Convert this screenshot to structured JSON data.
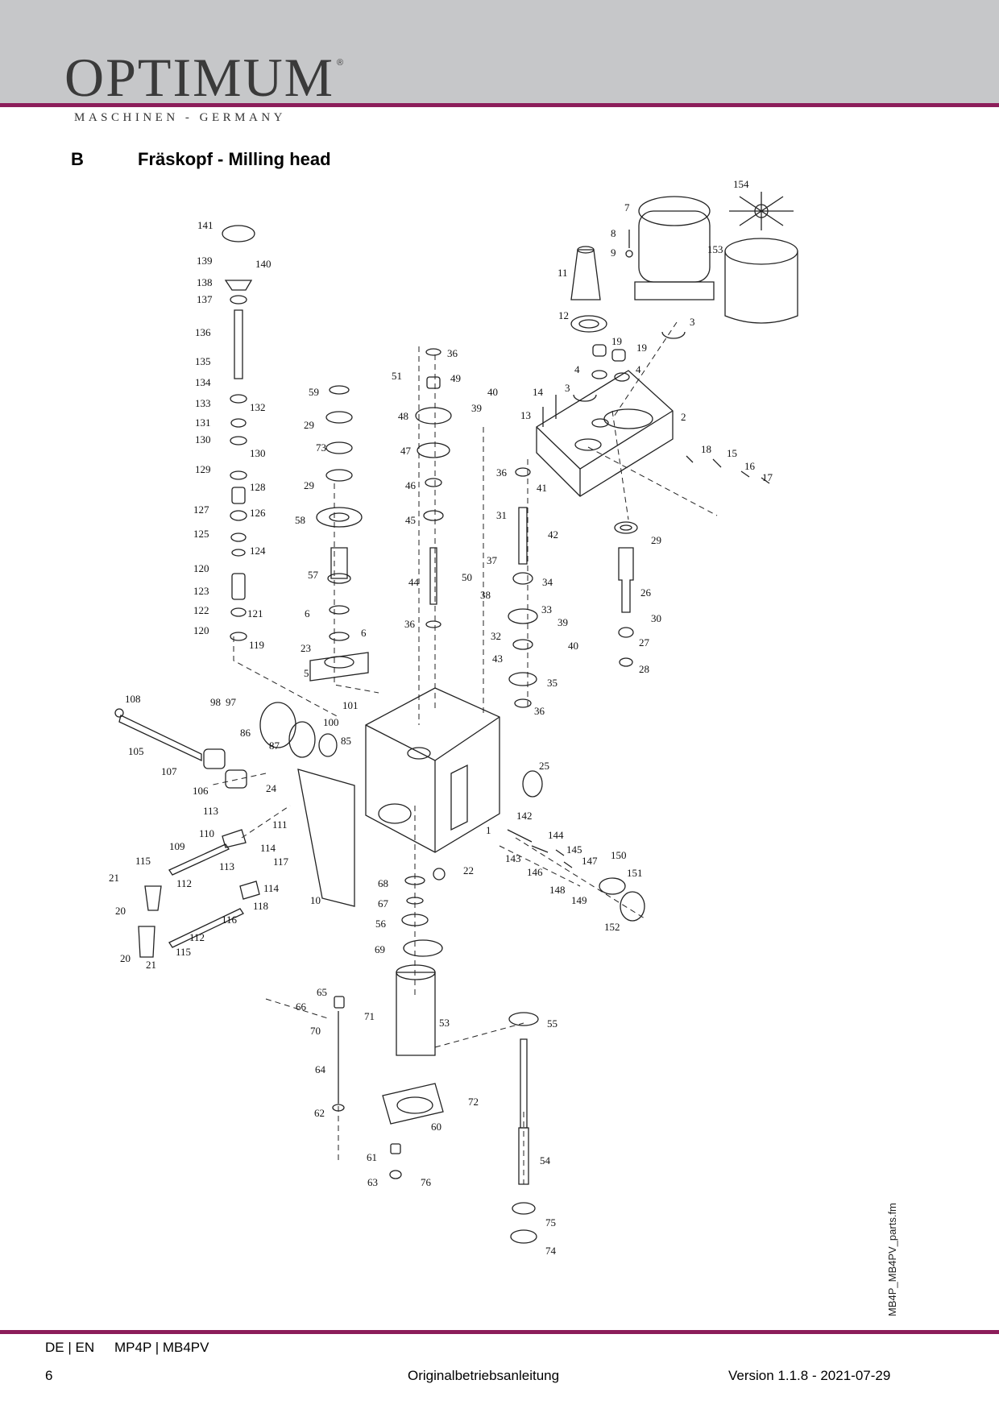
{
  "header": {
    "logo": "OPTIMUM",
    "logo_mark": "®",
    "tagline": "MASCHINEN - GERMANY"
  },
  "section": {
    "letter": "B",
    "title": "Fräskopf - Milling head"
  },
  "diagram": {
    "labels": {
      "n1": "1",
      "n2": "2",
      "n3a": "3",
      "n3b": "3",
      "n4a": "4",
      "n4b": "4",
      "n5": "5",
      "n6a": "6",
      "n6b": "6",
      "n7": "7",
      "n8": "8",
      "n9": "9",
      "n10": "10",
      "n11": "11",
      "n12": "12",
      "n13": "13",
      "n14": "14",
      "n15": "15",
      "n16": "16",
      "n17": "17",
      "n18": "18",
      "n19a": "19",
      "n19b": "19",
      "n20a": "20",
      "n20b": "20",
      "n21a": "21",
      "n21b": "21",
      "n22": "22",
      "n23": "23",
      "n24": "24",
      "n25": "25",
      "n26": "26",
      "n27": "27",
      "n28": "28",
      "n29a": "29",
      "n29b": "29",
      "n29c": "29",
      "n30": "30",
      "n31": "31",
      "n32": "32",
      "n33": "33",
      "n34": "34",
      "n35": "35",
      "n36a": "36",
      "n36b": "36",
      "n36c": "36",
      "n36d": "36",
      "n37": "37",
      "n38": "38",
      "n39a": "39",
      "n39b": "39",
      "n40a": "40",
      "n40b": "40",
      "n41": "41",
      "n42": "42",
      "n43": "43",
      "n44": "44",
      "n45": "45",
      "n46": "46",
      "n47": "47",
      "n48": "48",
      "n49": "49",
      "n50": "50",
      "n51": "51",
      "n53": "53",
      "n54": "54",
      "n55": "55",
      "n56": "56",
      "n57": "57",
      "n58": "58",
      "n59": "59",
      "n60": "60",
      "n61": "61",
      "n62": "62",
      "n63": "63",
      "n64": "64",
      "n65": "65",
      "n66": "66",
      "n67": "67",
      "n68": "68",
      "n69": "69",
      "n70": "70",
      "n71": "71",
      "n72": "72",
      "n73": "73",
      "n74": "74",
      "n75": "75",
      "n76": "76",
      "n85": "85",
      "n86": "86",
      "n87": "87",
      "n97": "97",
      "n98": "98",
      "n100": "100",
      "n101": "101",
      "n105": "105",
      "n106": "106",
      "n107": "107",
      "n108": "108",
      "n109": "109",
      "n110": "110",
      "n111": "111",
      "n112a": "112",
      "n112b": "112",
      "n113a": "113",
      "n113b": "113",
      "n114a": "114",
      "n114b": "114",
      "n115a": "115",
      "n115b": "115",
      "n116": "116",
      "n117": "117",
      "n118": "118",
      "n119": "119",
      "n120a": "120",
      "n120b": "120",
      "n121": "121",
      "n122": "122",
      "n123": "123",
      "n124": "124",
      "n125": "125",
      "n126": "126",
      "n127": "127",
      "n128": "128",
      "n129": "129",
      "n130a": "130",
      "n130b": "130",
      "n131": "131",
      "n132": "132",
      "n133": "133",
      "n134": "134",
      "n135": "135",
      "n136": "136",
      "n137": "137",
      "n138": "138",
      "n139": "139",
      "n140": "140",
      "n141": "141",
      "n142": "142",
      "n143": "143",
      "n144": "144",
      "n145": "145",
      "n146": "146",
      "n147": "147",
      "n148": "148",
      "n149": "149",
      "n150": "150",
      "n151": "151",
      "n152": "152",
      "n153": "153",
      "n154": "154"
    }
  },
  "side_file": "MB4P_MB4PV_parts.fm",
  "footer": {
    "lang": "DE | EN",
    "model": "MP4P | MB4PV",
    "page": "6",
    "doc": "Originalbetriebsanleitung",
    "version": "Version 1.1.8 - 2021-07-29"
  }
}
